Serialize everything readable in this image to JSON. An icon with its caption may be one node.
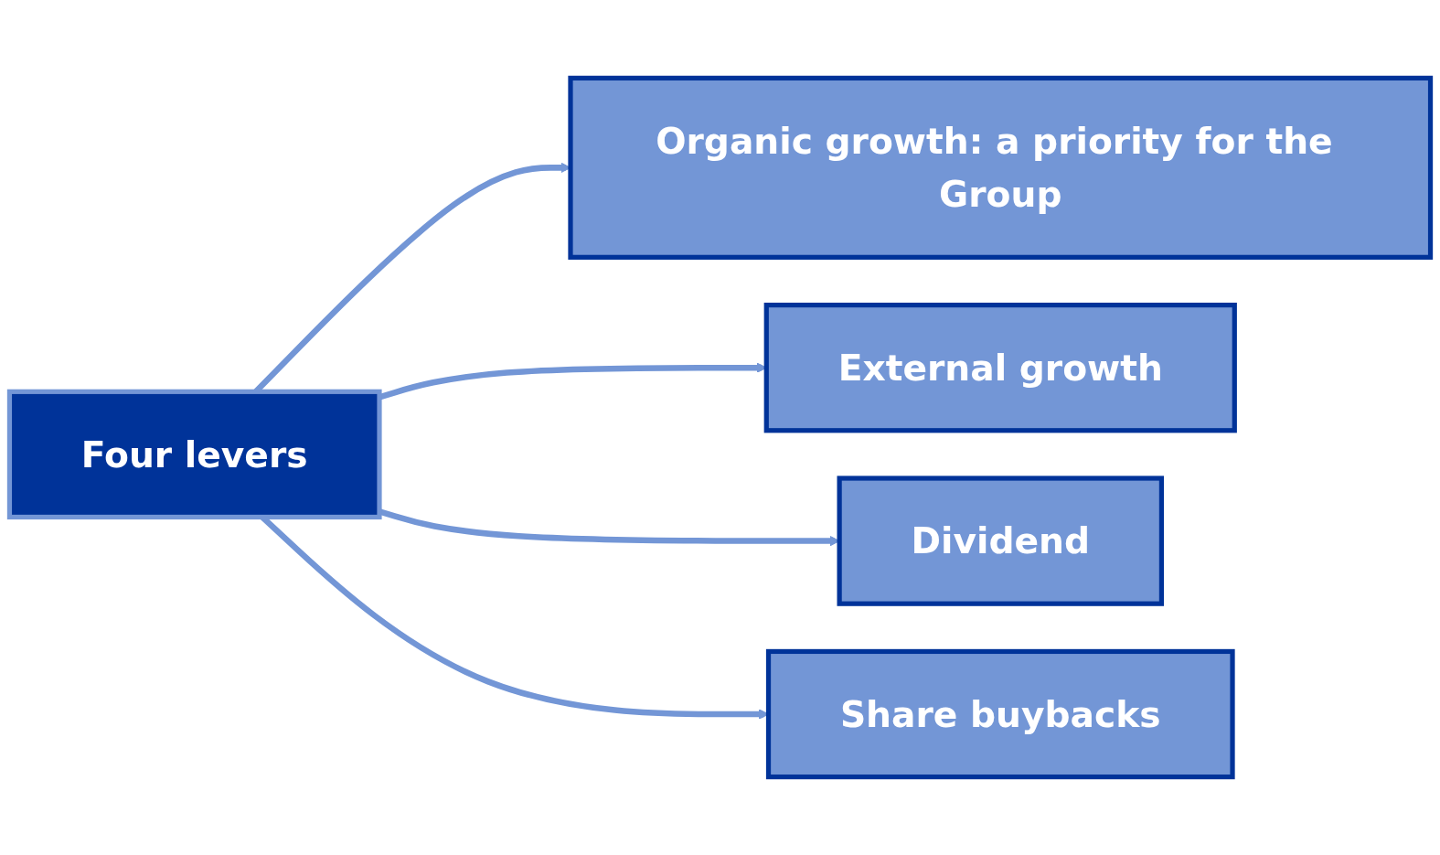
{
  "diagram": {
    "nodes": [
      {
        "text": [
          "Four levers"
        ]
      },
      {
        "text": [
          "Organic growth: a priority for the Group"
        ]
      },
      {
        "text": [
          "External growth"
        ]
      },
      {
        "text": [
          "Dividend"
        ]
      },
      {
        "text": [
          "Share buybacks"
        ]
      }
    ],
    "edges": [
      {
        "from": 0,
        "to": 1,
        "arrow": "to"
      },
      {
        "from": 0,
        "to": 2,
        "arrow": "to"
      },
      {
        "from": 0,
        "to": 3,
        "arrow": "to"
      },
      {
        "from": 0,
        "to": 4,
        "arrow": "to"
      }
    ]
  }
}
